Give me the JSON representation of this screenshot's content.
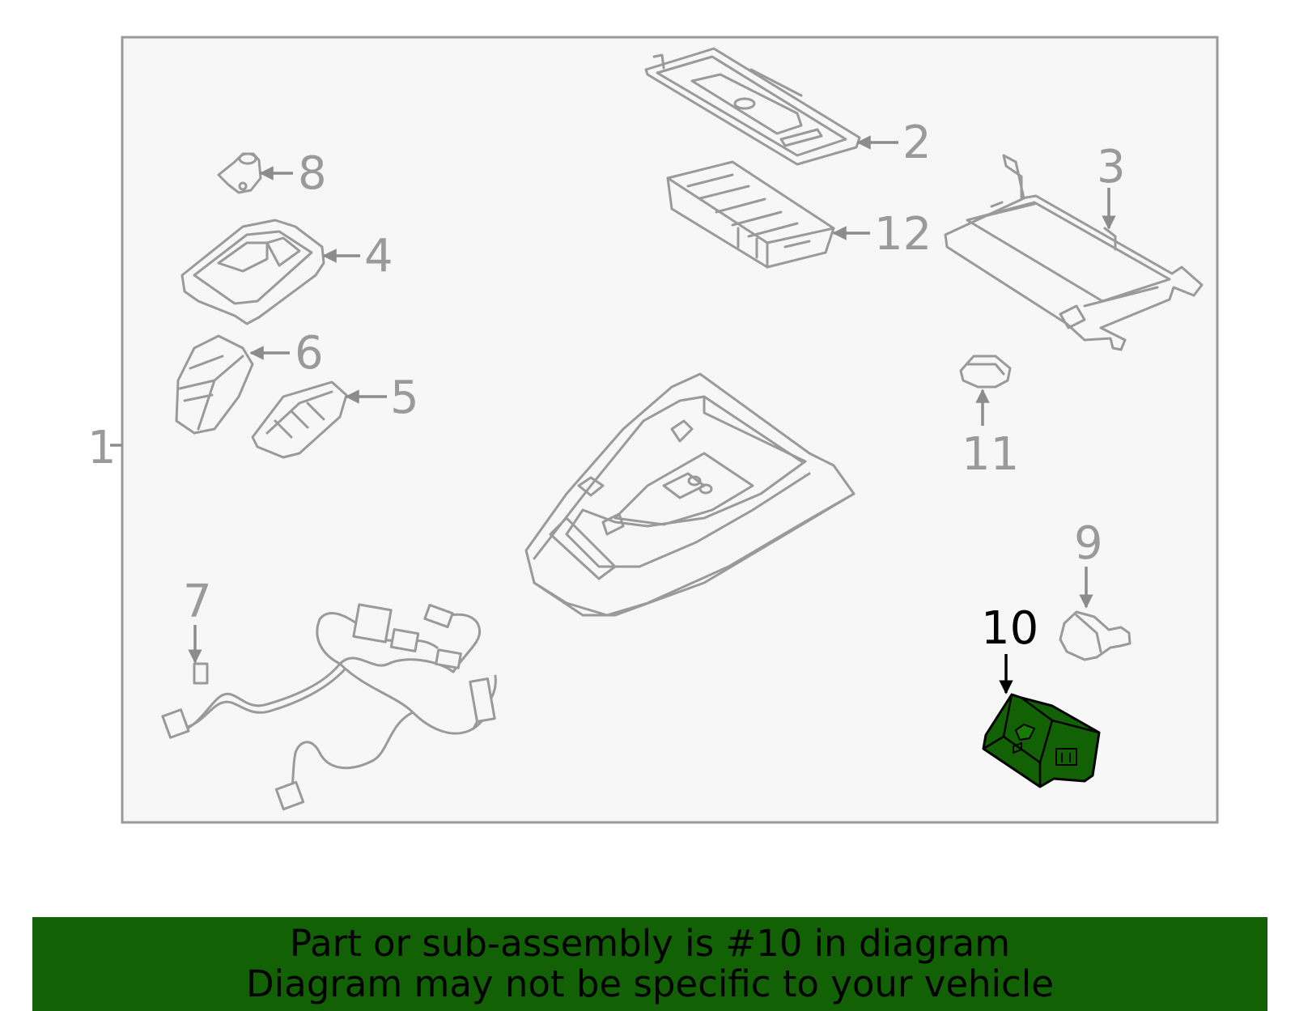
{
  "callouts": {
    "c1": "1",
    "c2": "2",
    "c3": "3",
    "c4": "4",
    "c5": "5",
    "c6": "6",
    "c7": "7",
    "c8": "8",
    "c9": "9",
    "c10": "10",
    "c11": "11",
    "c12": "12"
  },
  "highlighted_part": "10",
  "colors": {
    "highlight": "#136105",
    "line": "#9a9a9a",
    "frame_bg": "#f7f7f7"
  },
  "banner": {
    "line1": "Part or sub-assembly is #10 in diagram",
    "line2": "Diagram may not be specific to your vehicle"
  }
}
